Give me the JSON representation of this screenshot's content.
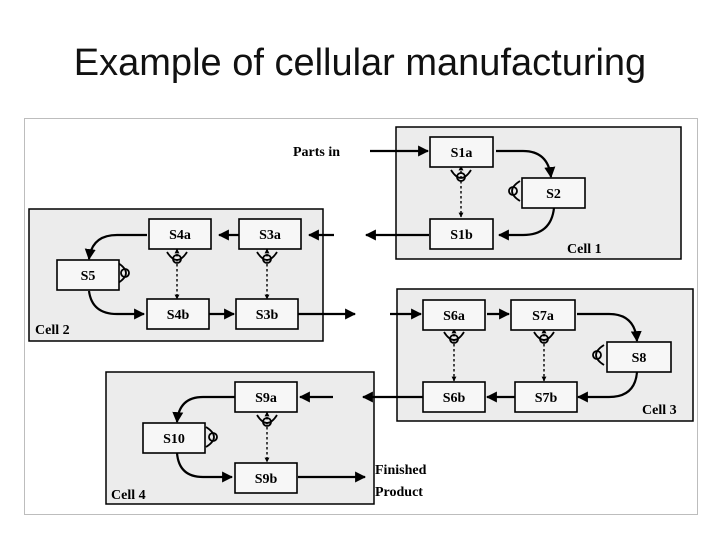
{
  "slide": {
    "title": "Example of cellular manufacturing"
  },
  "labels": {
    "parts_in": "Parts in",
    "finished_line1": "Finished",
    "finished_line2": "Product"
  },
  "cells": [
    "Cell 1",
    "Cell 2",
    "Cell 3",
    "Cell 4"
  ],
  "stations": {
    "s1a": "S1a",
    "s1b": "S1b",
    "s2": "S2",
    "s3a": "S3a",
    "s3b": "S3b",
    "s4a": "S4a",
    "s4b": "S4b",
    "s5": "S5",
    "s6a": "S6a",
    "s6b": "S6b",
    "s7a": "S7a",
    "s7b": "S7b",
    "s8": "S8",
    "s9a": "S9a",
    "s9b": "S9b",
    "s10": "S10"
  }
}
